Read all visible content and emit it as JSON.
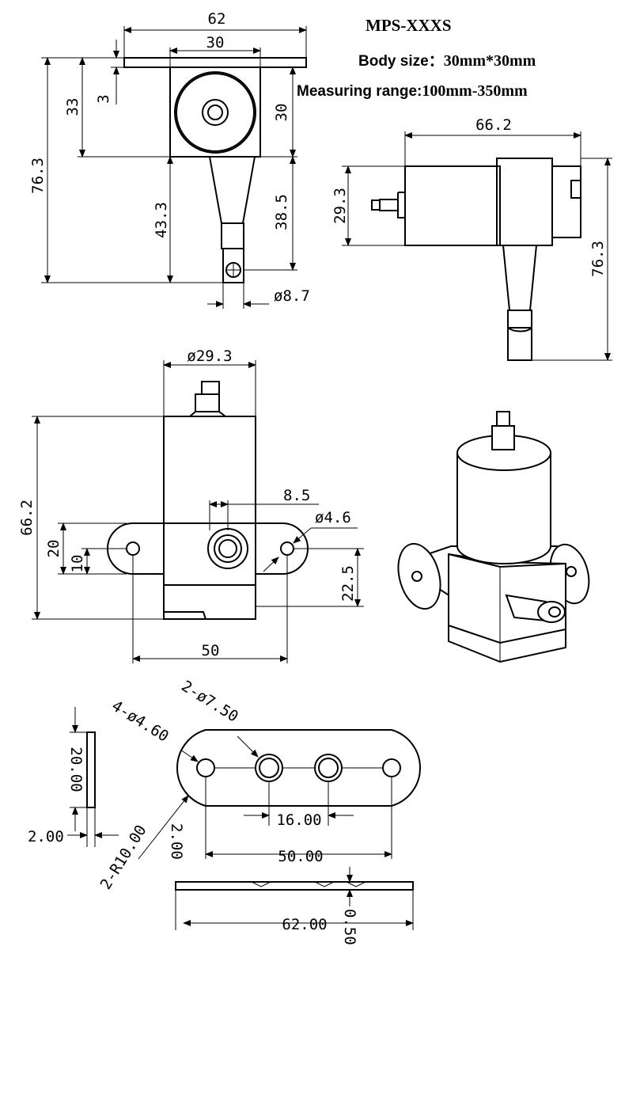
{
  "header": {
    "model": "MPS-XXXS",
    "body_size_label": "Body size：",
    "body_size_value": "30mm*30mm",
    "range_label": "Measuring range:",
    "range_value": "100mm-350mm"
  },
  "front_view": {
    "dim_flange_width": "62",
    "dim_body_width": "30",
    "dim_flange_thickness": "3",
    "dim_flange_to_body_bottom": "33",
    "dim_body_height": "30",
    "dim_total_height": "76.3",
    "dim_lower_height": "43.3",
    "dim_nozzle_length": "38.5",
    "dim_nozzle_diameter": "ø8.7"
  },
  "side_view": {
    "dim_length": "66.2",
    "dim_diameter": "29.3",
    "dim_total_height": "76.3"
  },
  "top_view": {
    "dim_diameter": "ø29.3",
    "dim_length": "66.2",
    "dim_offset": "8.5",
    "dim_hole_diameter": "ø4.6",
    "dim_flange_height": "20",
    "dim_hole_height": "10",
    "dim_port_height": "22.5",
    "dim_hole_spacing": "50"
  },
  "bracket_view": {
    "dim_large_holes": "2-ø7.50",
    "dim_small_holes": "4-ø4.60",
    "dim_height": "20.00",
    "dim_thickness": "2.00",
    "dim_radius": "2-R10.00",
    "dim_center_spacing": "16.00",
    "dim_hole_spacing": "50.00",
    "dim_vertical_small": "2.00",
    "dim_total_length": "62.00",
    "dim_plate_thickness": "0.50"
  }
}
